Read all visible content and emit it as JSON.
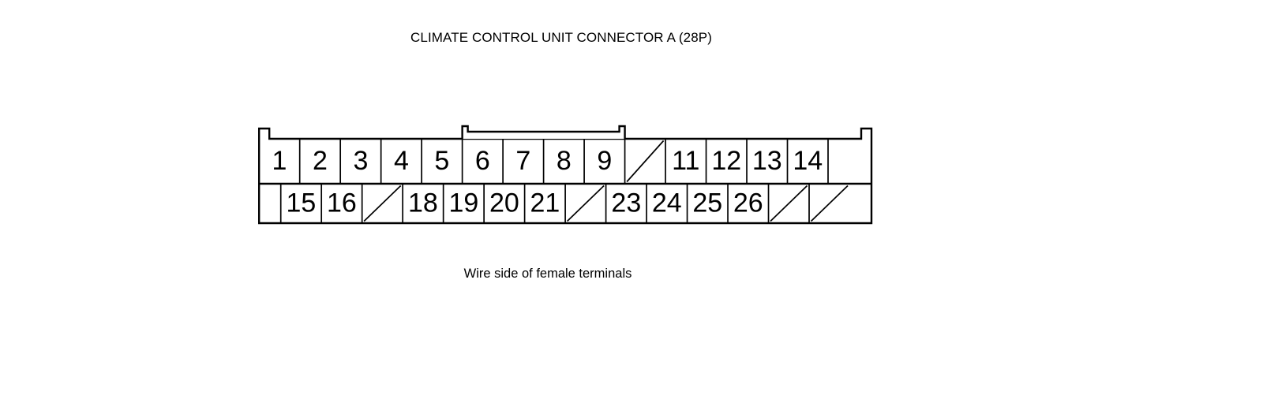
{
  "title": "CLIMATE CONTROL UNIT CONNECTOR A (28P)",
  "caption": "Wire side of female terminals",
  "connector": {
    "name": "CLIMATE CONTROL UNIT CONNECTOR A",
    "pin_count": "28P",
    "view": "Wire side of female terminals",
    "line_color": "#000000",
    "fill_color": "#ffffff",
    "rows": [
      {
        "row": "top",
        "cells": [
          {
            "label": "1",
            "blank": false
          },
          {
            "label": "2",
            "blank": false
          },
          {
            "label": "3",
            "blank": false
          },
          {
            "label": "4",
            "blank": false
          },
          {
            "label": "5",
            "blank": false
          },
          {
            "label": "6",
            "blank": false
          },
          {
            "label": "7",
            "blank": false
          },
          {
            "label": "8",
            "blank": false
          },
          {
            "label": "9",
            "blank": false
          },
          {
            "label": "",
            "blank": true
          },
          {
            "label": "11",
            "blank": false
          },
          {
            "label": "12",
            "blank": false
          },
          {
            "label": "13",
            "blank": false
          },
          {
            "label": "14",
            "blank": false
          },
          {
            "label": "",
            "blank": false,
            "narrow": true
          }
        ]
      },
      {
        "row": "bottom",
        "cells": [
          {
            "label": "",
            "blank": false,
            "narrow": true
          },
          {
            "label": "15",
            "blank": false
          },
          {
            "label": "16",
            "blank": false
          },
          {
            "label": "",
            "blank": true
          },
          {
            "label": "18",
            "blank": false
          },
          {
            "label": "19",
            "blank": false
          },
          {
            "label": "20",
            "blank": false
          },
          {
            "label": "21",
            "blank": false
          },
          {
            "label": "",
            "blank": true
          },
          {
            "label": "23",
            "blank": false
          },
          {
            "label": "24",
            "blank": false
          },
          {
            "label": "25",
            "blank": false
          },
          {
            "label": "26",
            "blank": false
          },
          {
            "label": "",
            "blank": true
          },
          {
            "label": "",
            "blank": true
          }
        ]
      }
    ],
    "features": {
      "center_latch_tab": "raised rectangular locking tab centered above pins 6-9",
      "left_notch": "small keying step at upper-left corner",
      "right_notch": "small keying step at upper-right corner"
    }
  }
}
